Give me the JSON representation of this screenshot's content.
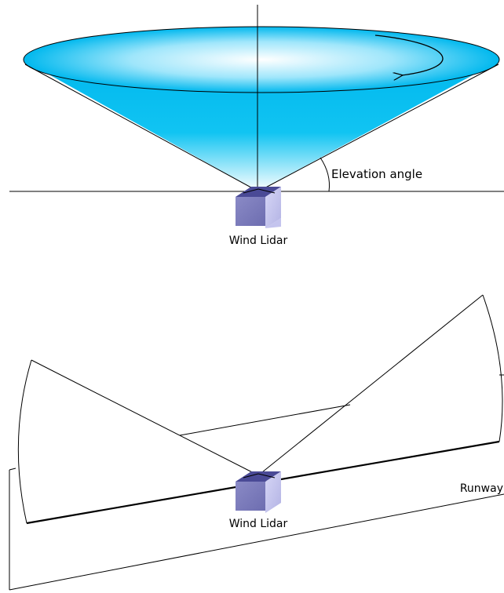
{
  "top_panel": {
    "elevation_label": "Elevation angle",
    "device_label": "Wind Lidar"
  },
  "bottom_panel": {
    "device_label": "Wind Lidar",
    "runway_label": "Runway"
  },
  "colors": {
    "cone_top": "#00b8ee",
    "cone_bottom": "#ffffff",
    "device_front": "#7f7fbf",
    "device_side": "#c4c4ee",
    "device_top": "#4a4a96"
  }
}
